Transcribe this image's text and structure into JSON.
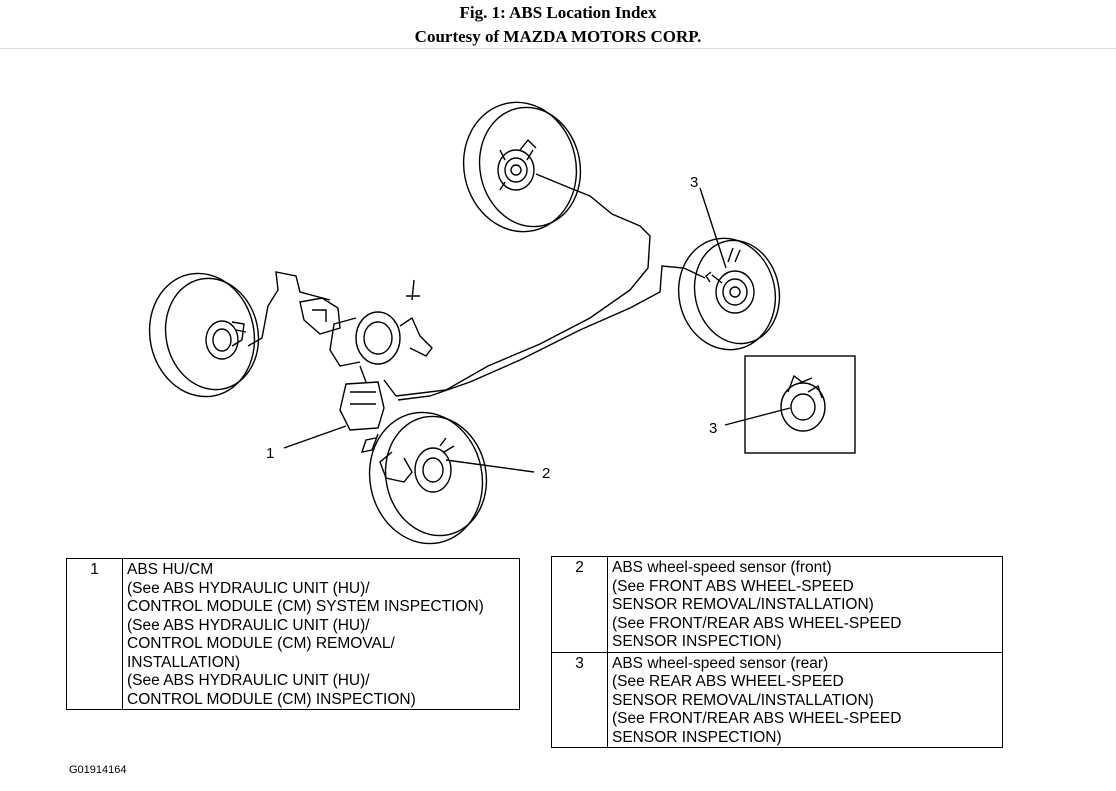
{
  "header": {
    "title": "Fig. 1: ABS Location Index",
    "credit": "Courtesy of MAZDA MOTORS CORP."
  },
  "callouts": {
    "c1": "1",
    "c2": "2",
    "c3_main": "3",
    "c3_inset": "3"
  },
  "legend": [
    {
      "num": "1",
      "lines": [
        "ABS HU/CM",
        "(See ABS HYDRAULIC UNIT (HU)/",
        "CONTROL MODULE (CM) SYSTEM INSPECTION)",
        "(See ABS HYDRAULIC UNIT (HU)/",
        "CONTROL MODULE (CM) REMOVAL/",
        "INSTALLATION)",
        "(See ABS HYDRAULIC UNIT (HU)/",
        "CONTROL MODULE (CM) INSPECTION)"
      ]
    },
    {
      "num": "2",
      "lines": [
        "ABS wheel-speed sensor (front)",
        "(See FRONT ABS WHEEL-SPEED",
        "SENSOR REMOVAL/INSTALLATION)",
        "(See FRONT/REAR ABS WHEEL-SPEED",
        "SENSOR INSPECTION)"
      ]
    },
    {
      "num": "3",
      "lines": [
        "ABS wheel-speed sensor (rear)",
        "(See REAR ABS WHEEL-SPEED",
        "SENSOR REMOVAL/INSTALLATION)",
        "(See FRONT/REAR ABS WHEEL-SPEED",
        "SENSOR INSPECTION)"
      ]
    }
  ],
  "figure_code": "G01914164"
}
